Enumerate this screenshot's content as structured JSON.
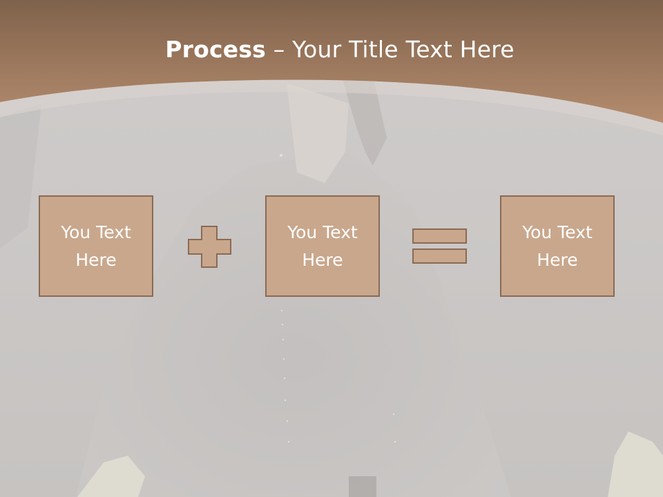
{
  "slide": {
    "title_bold": "Process",
    "title_rest": " – Your Title Text Here",
    "boxes": [
      {
        "label": "You Text Here"
      },
      {
        "label": "You Text Here"
      },
      {
        "label": "You Text Here"
      }
    ],
    "operators": [
      "plus-icon",
      "equals-icon"
    ],
    "colors": {
      "header_band": "#a37a5e",
      "box_fill": "#c9a78c",
      "box_border": "#8a6a54",
      "background": "#c9c6c4",
      "title_text": "#ffffff"
    }
  }
}
